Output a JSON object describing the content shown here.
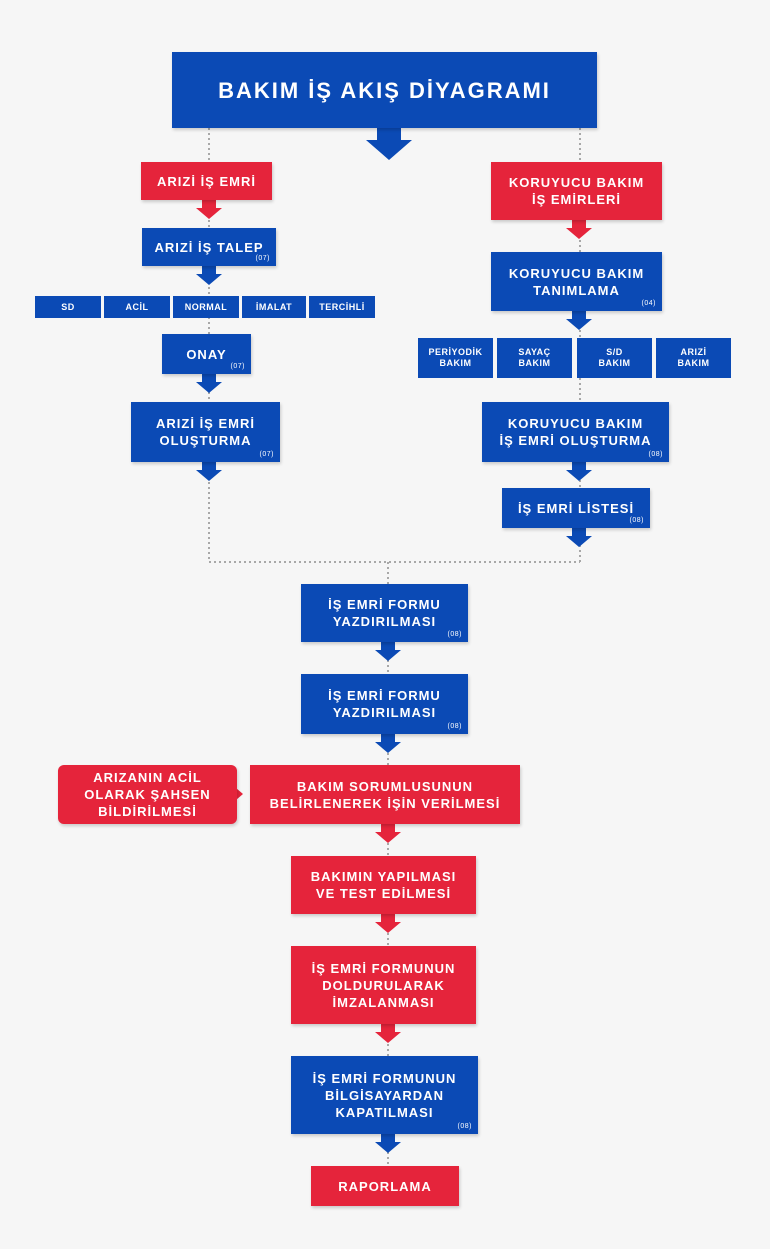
{
  "title": "BAKIM İŞ AKIŞ DİYAGRAMI",
  "colors": {
    "blue": "#0b4ab5",
    "red": "#e5243b",
    "background": "#f6f6f6"
  },
  "left": {
    "emri": "ARIZİ İŞ EMRİ",
    "talep": {
      "label": "ARIZİ İŞ TALEP",
      "code": "(07)"
    },
    "options": [
      "SD",
      "ACİL",
      "NORMAL",
      "İMALAT",
      "TERCİHLİ"
    ],
    "onay": {
      "label": "ONAY",
      "code": "(07)"
    },
    "olusturma": {
      "line1": "ARIZİ İŞ EMRİ",
      "line2": "OLUŞTURMA",
      "code": "(07)"
    }
  },
  "right": {
    "emirleri": {
      "line1": "KORUYUCU BAKIM",
      "line2": "İŞ EMİRLERİ"
    },
    "tanimlama": {
      "line1": "KORUYUCU BAKIM",
      "line2": "TANIMLAMA",
      "code": "(04)"
    },
    "options": [
      {
        "line1": "PERİYODİK",
        "line2": "BAKIM"
      },
      {
        "line1": "SAYAÇ",
        "line2": "BAKIM"
      },
      {
        "line1": "S/D",
        "line2": "BAKIM"
      },
      {
        "line1": "ARIZİ",
        "line2": "BAKIM"
      }
    ],
    "olusturma": {
      "line1": "KORUYUCU BAKIM",
      "line2": "İŞ EMRİ OLUŞTURMA",
      "code": "(08)"
    },
    "liste": {
      "label": "İŞ EMRİ LİSTESİ",
      "code": "(08)"
    }
  },
  "main": {
    "form1": {
      "line1": "İŞ EMRİ FORMU",
      "line2": "YAZDIRILMASI",
      "code": "(08)"
    },
    "form2": {
      "line1": "İŞ EMRİ FORMU",
      "line2": "YAZDIRILMASI",
      "code": "(08)"
    },
    "acil": {
      "line1": "ARIZANIN ACİL",
      "line2": "OLARAK ŞAHSEN",
      "line3": "BİLDİRİLMESİ"
    },
    "sorumlu": {
      "line1": "BAKIM SORUMLUSUNUN",
      "line2": "BELİRLENEREK İŞİN VERİLMESİ"
    },
    "yapilmasi": {
      "line1": "BAKIMIN YAPILMASI",
      "line2": "VE TEST EDİLMESİ"
    },
    "doldurma": {
      "line1": "İŞ EMRİ FORMUNUN",
      "line2": "DOLDURULARAK",
      "line3": "İMZALANMASI"
    },
    "kapatma": {
      "line1": "İŞ EMRİ FORMUNUN",
      "line2": "BİLGİSAYARDAN",
      "line3": "KAPATILMASI",
      "code": "(08)"
    },
    "rapor": "RAPORLAMA"
  }
}
